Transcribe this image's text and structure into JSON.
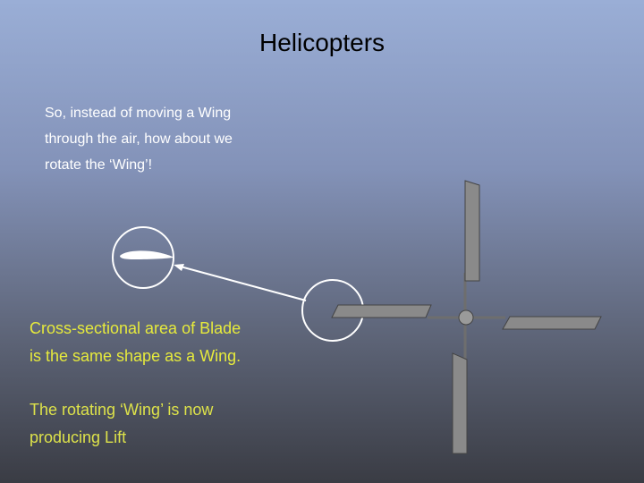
{
  "slide": {
    "title": "Helicopters",
    "intro_lines": [
      "So, instead of moving a Wing",
      "through the air, how about we",
      "rotate the ‘Wing’!"
    ],
    "blade_note_lines": [
      "Cross-sectional area of Blade",
      "is the same shape as a Wing."
    ],
    "lift_note_lines": [
      "The rotating ‘Wing’ is now",
      "producing Lift"
    ]
  },
  "colors": {
    "blade_fill": "#8a8a8a",
    "highlight_text": "#e6ea3c",
    "callout_circle": "#ffffff"
  }
}
